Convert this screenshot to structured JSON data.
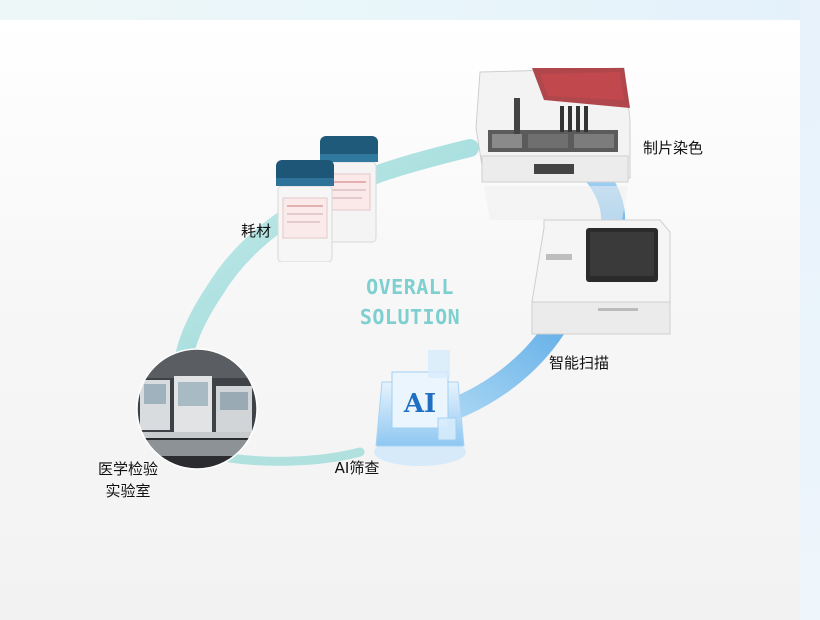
{
  "headline": {
    "line1": "OVERALL",
    "line2": "SOLUTION"
  },
  "nodes": {
    "consumables": {
      "label": "耗材",
      "icon": "specimen-jars-icon"
    },
    "slide_staining": {
      "label": "制片染色",
      "icon": "staining-machine-icon"
    },
    "smart_scan": {
      "label": "智能扫描",
      "icon": "scanner-machine-icon"
    },
    "ai_screening": {
      "label": "AI筛查",
      "icon": "ai-platform-icon",
      "badge": "AI"
    },
    "lab": {
      "label_line1": "医学检验",
      "label_line2": "实验室",
      "icon": "laboratory-photo-icon"
    }
  },
  "colors": {
    "accent_teal": "#7ecfcf",
    "accent_blue": "#5aaee8",
    "text": "#111111"
  }
}
